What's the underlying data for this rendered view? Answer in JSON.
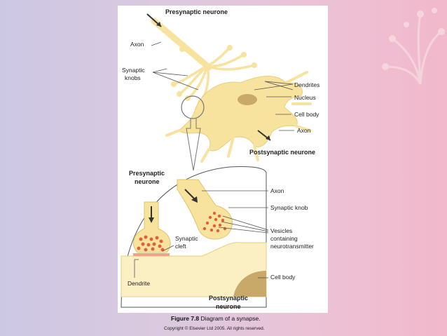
{
  "figure": {
    "top_title": "Presynaptic neurone",
    "bottom_title": "Postsynaptic neurone",
    "top_labels": {
      "axon": "Axon",
      "synaptic_knobs_1": "Synaptic",
      "synaptic_knobs_2": "knobs",
      "dendrites": "Dendrites",
      "nucleus": "Nucleus",
      "cell_body": "Cell body",
      "axon_right": "Axon"
    },
    "detail_labels": {
      "presynaptic_1": "Presynaptic",
      "presynaptic_2": "neurone",
      "axon": "Axon",
      "synaptic_knob": "Synaptic knob",
      "vesicles_1": "Vesicles",
      "vesicles_2": "containing",
      "vesicles_3": "neurotransmitter",
      "synaptic_cleft_1": "Synaptic",
      "synaptic_cleft_2": "cleft",
      "cell_body": "Cell body",
      "dendrite": "Dendrite",
      "postsynaptic_1": "Postsynaptic",
      "postsynaptic_2": "neurone"
    }
  },
  "caption": {
    "number": "Figure 7.8",
    "text": "Diagram of a synapse."
  },
  "copyright": "Copyright © Elsevier Ltd 2005. All rights reserved.",
  "colors": {
    "neuron_fill": "#f7e39e",
    "neuron_light": "#fbefc4",
    "vesicle": "#e0603a",
    "nucleus": "#c9a96a"
  }
}
